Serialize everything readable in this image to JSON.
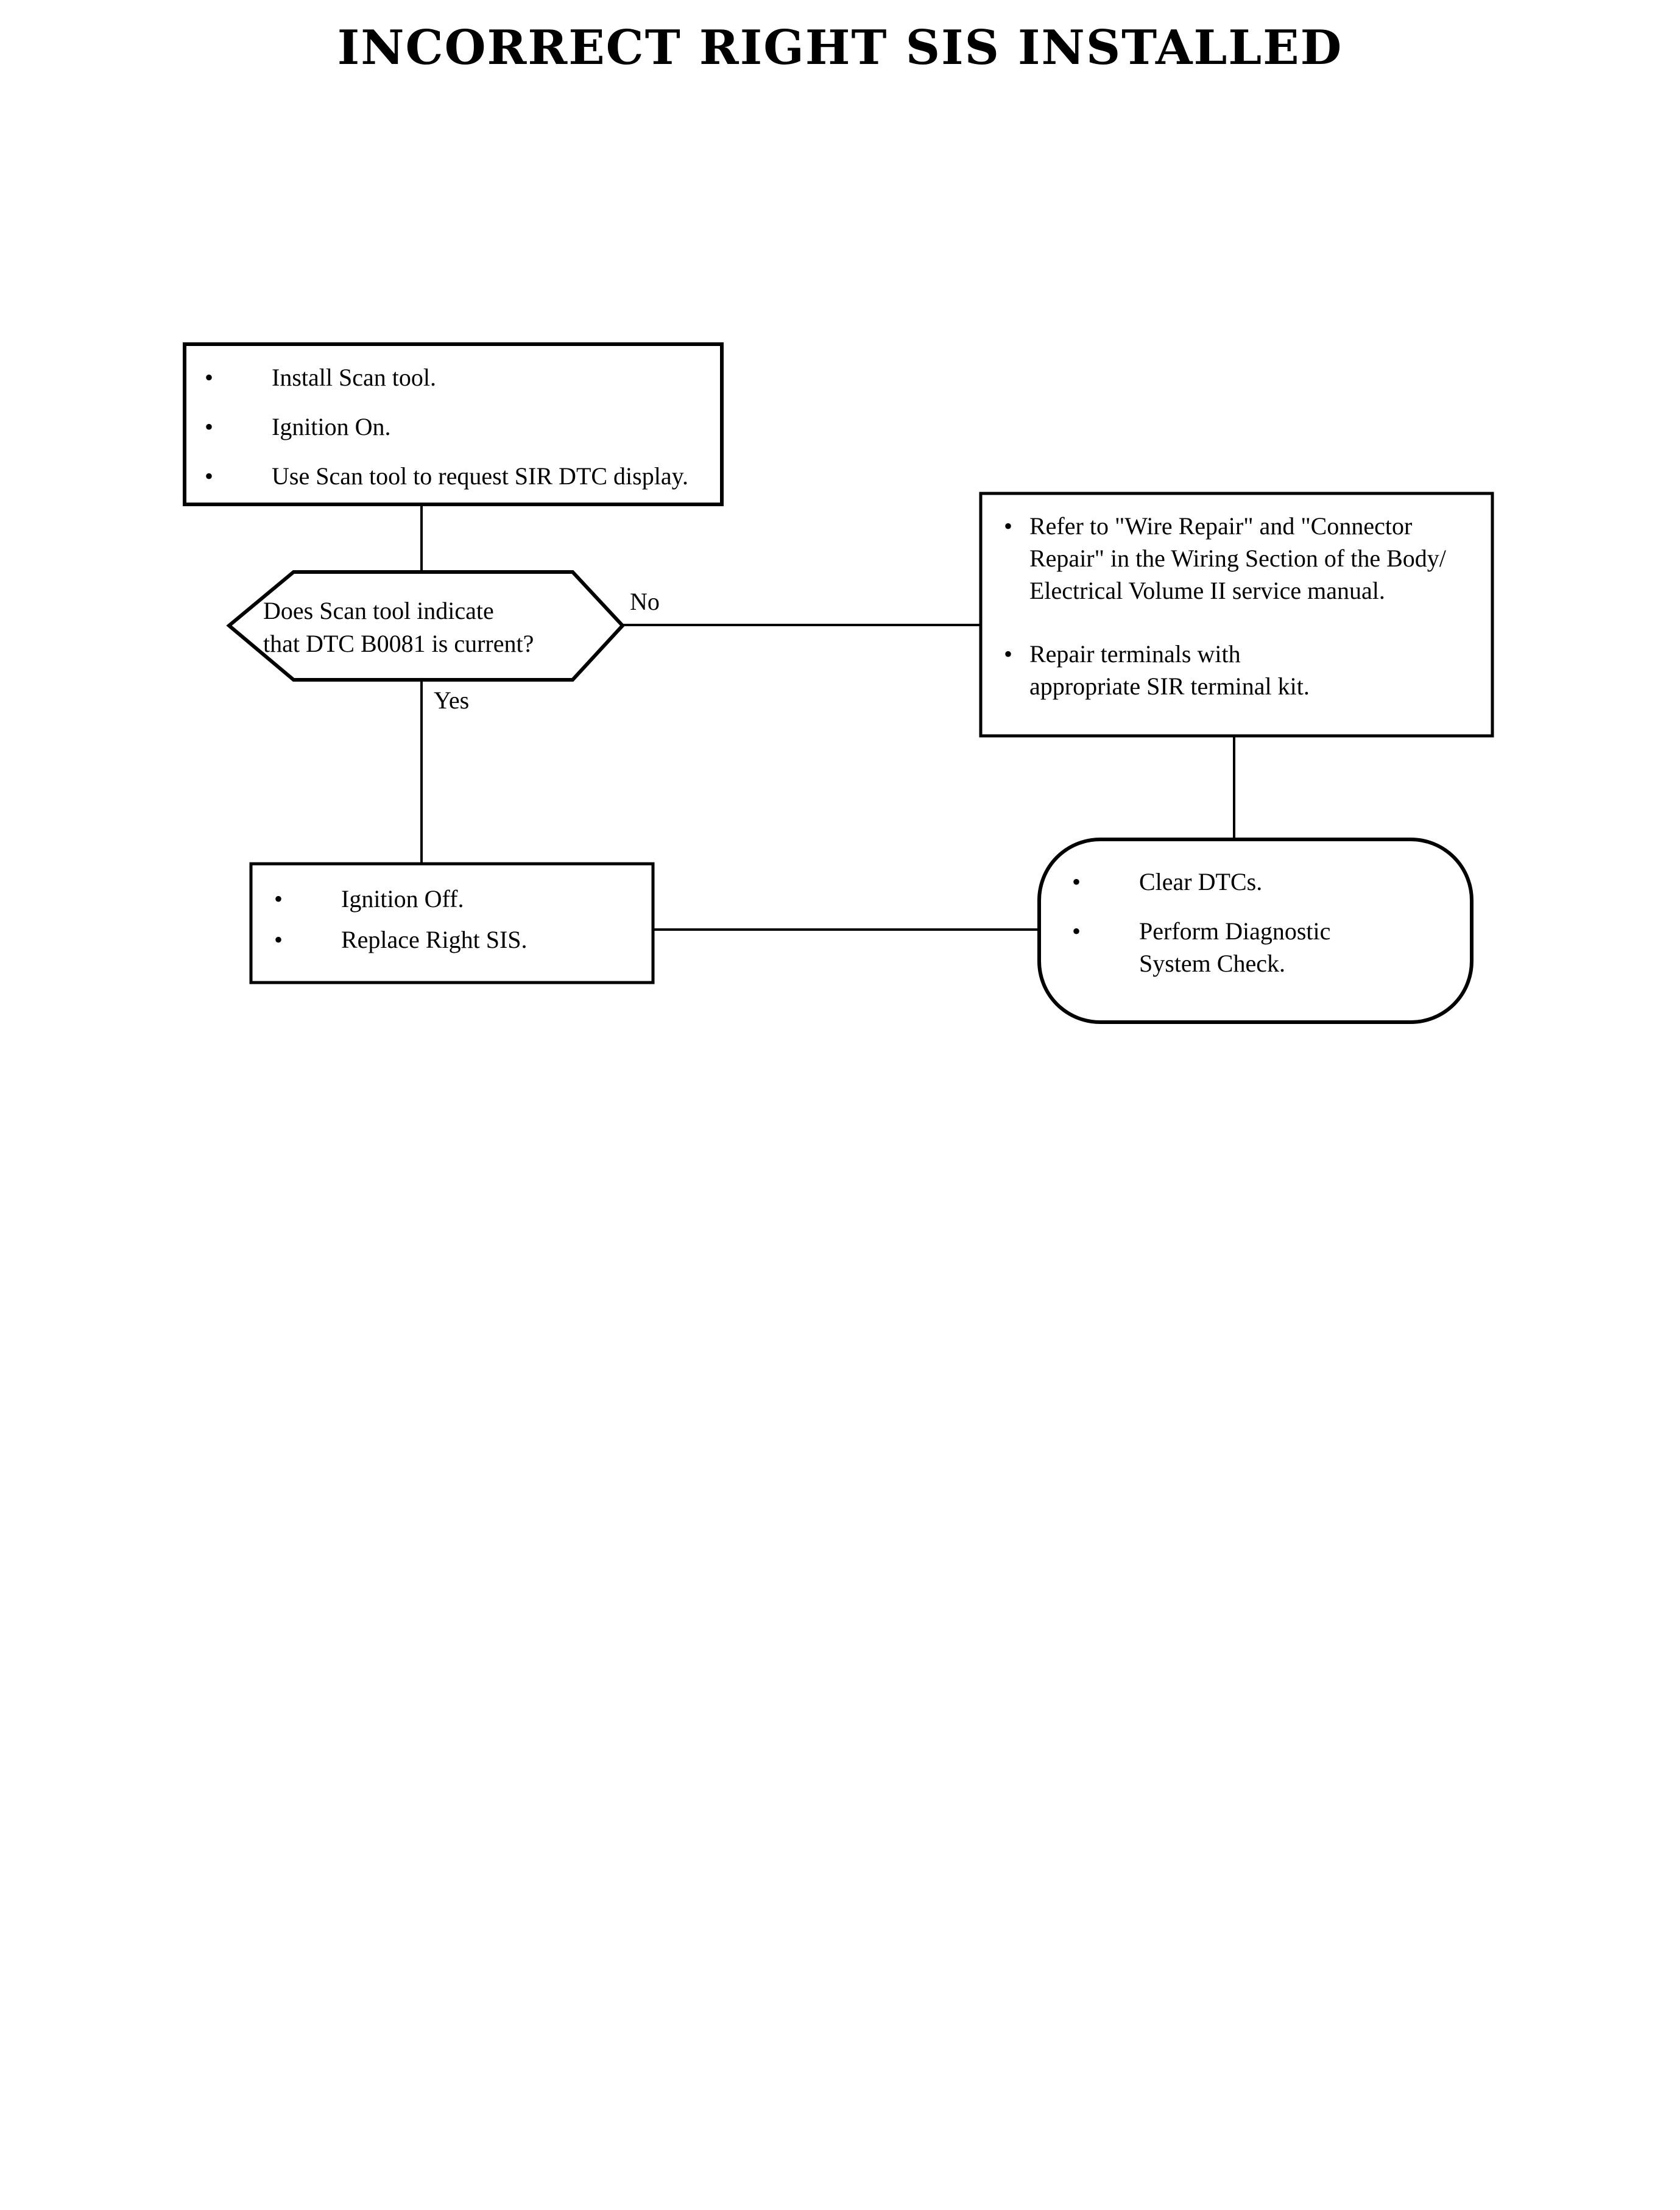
{
  "page": {
    "title": "INCORRECT RIGHT SIS INSTALLED",
    "background_color": "#ffffff",
    "ink_color": "#000000"
  },
  "chart_data": {
    "type": "diagram",
    "diagram_kind": "flowchart",
    "title": "INCORRECT RIGHT SIS INSTALLED",
    "nodes": [
      {
        "id": "install",
        "shape": "rectangle",
        "bullets": [
          "Install Scan tool.",
          "Ignition On.",
          "Use Scan tool to request SIR DTC display."
        ]
      },
      {
        "id": "decision",
        "shape": "hexagon",
        "text": "Does Scan tool indicate\nthat DTC B0081 is current?"
      },
      {
        "id": "repair",
        "shape": "rectangle",
        "bullets": [
          "Refer to \"Wire Repair\" and \"Connector\nRepair\" in the Wiring Section of the Body/\nElectrical Volume II service manual.",
          "Repair terminals with\nappropriate SIR terminal kit."
        ]
      },
      {
        "id": "replace",
        "shape": "rectangle",
        "bullets": [
          "Ignition Off.",
          "Replace Right SIS."
        ]
      },
      {
        "id": "terminator",
        "shape": "rounded-terminator",
        "bullets": [
          "Clear DTCs.",
          "Perform Diagnostic\nSystem Check."
        ]
      }
    ],
    "edges": [
      {
        "from": "install",
        "to": "decision",
        "label": ""
      },
      {
        "from": "decision",
        "to": "repair",
        "label": "No"
      },
      {
        "from": "decision",
        "to": "replace",
        "label": "Yes"
      },
      {
        "from": "repair",
        "to": "terminator",
        "label": ""
      },
      {
        "from": "replace",
        "to": "terminator",
        "label": ""
      }
    ]
  },
  "nodes": {
    "install": {
      "bullet_glyph": "•",
      "items": [
        "Install Scan tool.",
        "Ignition On.",
        "Use Scan tool to request SIR DTC display."
      ]
    },
    "decision": {
      "text": "Does Scan tool indicate\nthat DTC B0081 is current?"
    },
    "repair": {
      "bullet_glyph": "•",
      "items": [
        "Refer to \"Wire Repair\" and \"Connector\nRepair\" in the Wiring Section of the Body/\nElectrical Volume II service manual.",
        "Repair terminals with\nappropriate SIR terminal kit."
      ]
    },
    "replace": {
      "bullet_glyph": "•",
      "items": [
        "Ignition Off.",
        "Replace Right SIS."
      ]
    },
    "terminator": {
      "bullet_glyph": "•",
      "items": [
        "Clear DTCs.",
        "Perform Diagnostic\nSystem Check."
      ]
    }
  },
  "labels": {
    "no": "No",
    "yes": "Yes"
  }
}
